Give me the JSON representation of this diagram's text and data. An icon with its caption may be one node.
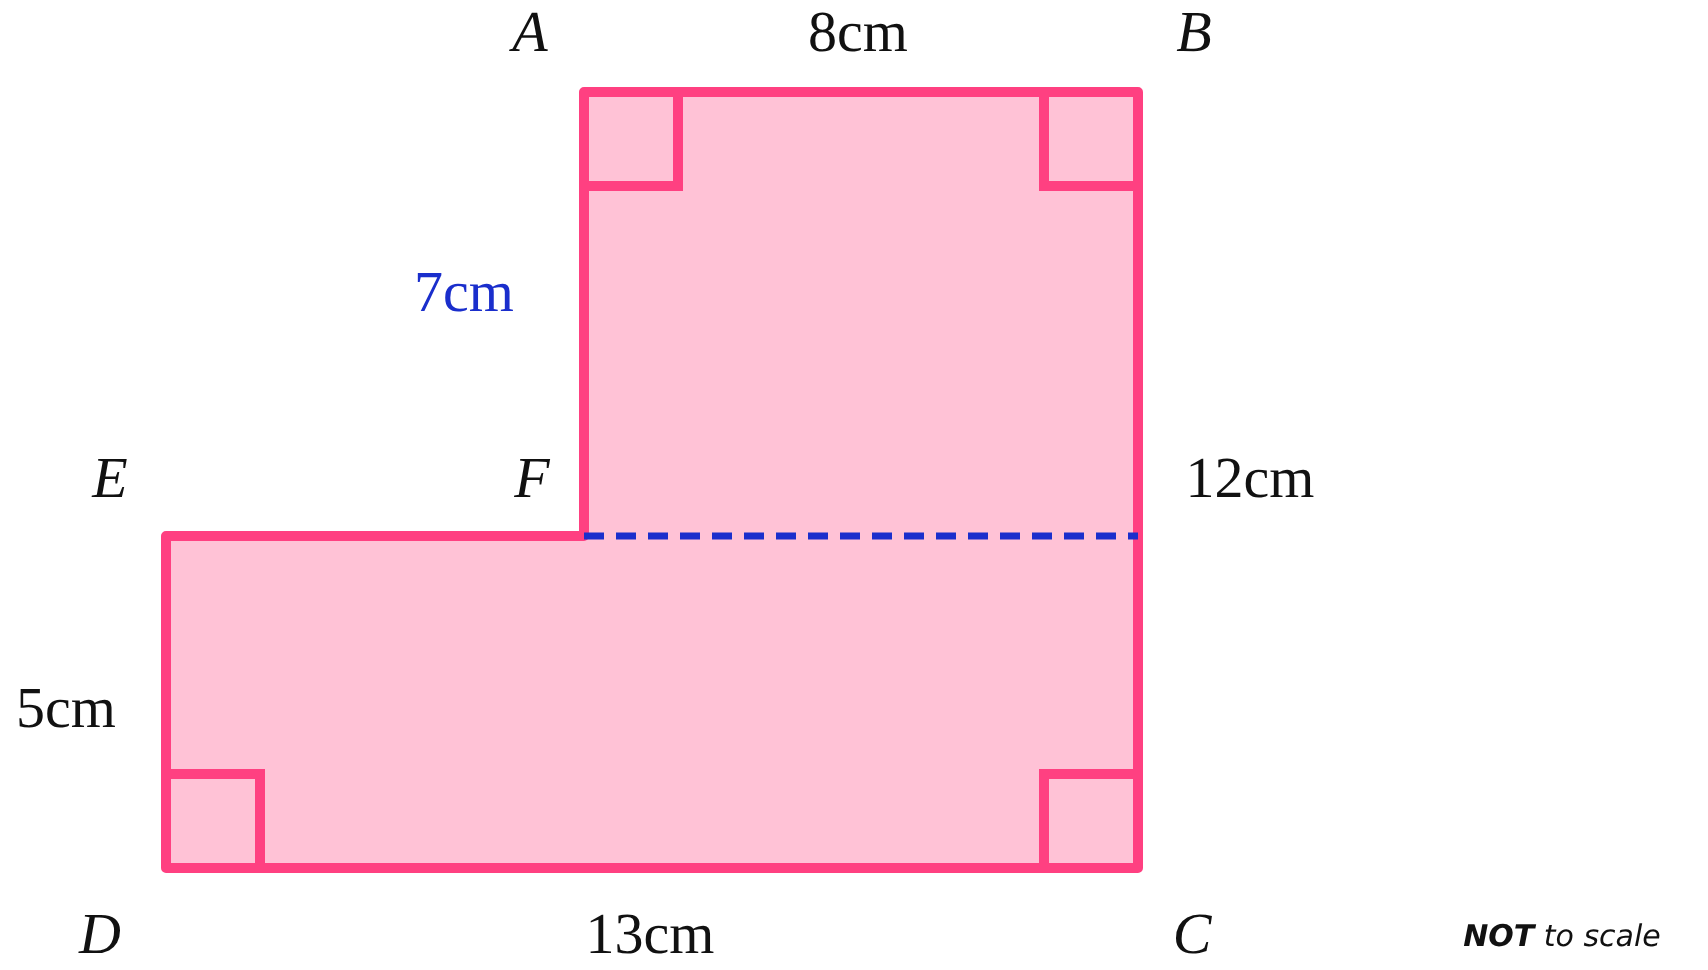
{
  "diagram": {
    "labels": [
      "A",
      "8cm",
      "B",
      "7cm",
      "E",
      "F",
      "12cm",
      "5cm",
      "D",
      "13cm",
      "C",
      "**NOT** to scale"
    ]
  }
}
